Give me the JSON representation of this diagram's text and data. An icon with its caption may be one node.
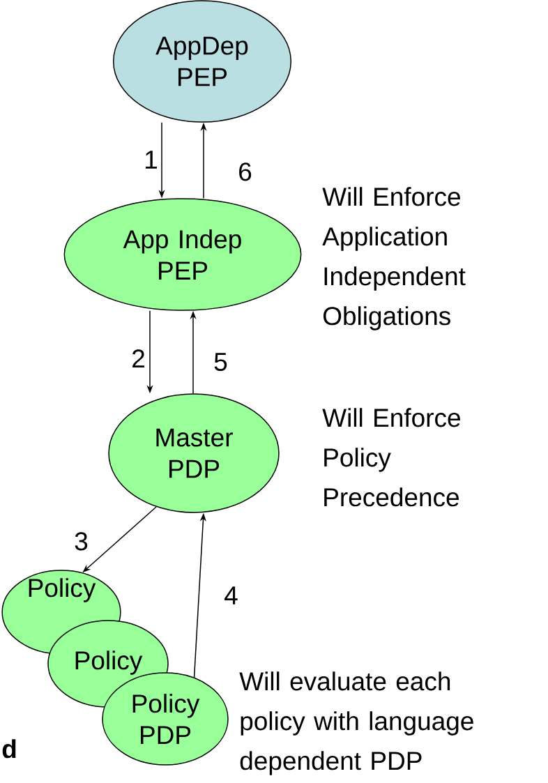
{
  "diagram": {
    "nodes": [
      {
        "text": [
          "AppDep PEP"
        ]
      },
      {
        "text": [
          "App Indep PEP"
        ]
      },
      {
        "text": [
          "Master PDP"
        ]
      },
      {
        "text": [
          "Policy"
        ]
      },
      {
        "text": [
          "Policy"
        ]
      },
      {
        "text": [
          "Policy PDP"
        ]
      }
    ],
    "edges": [
      {
        "from": 0,
        "to": 1,
        "arrow": "to",
        "label": "1"
      },
      {
        "from": 1,
        "to": 0,
        "arrow": "to",
        "label": "6"
      },
      {
        "from": 1,
        "to": 2,
        "arrow": "to",
        "label": "2"
      },
      {
        "from": 2,
        "to": 1,
        "arrow": "to",
        "label": "5"
      },
      {
        "from": 2,
        "to": 3,
        "arrow": "to",
        "label": "3"
      },
      {
        "from": 5,
        "to": 2,
        "arrow": "to",
        "label": "4"
      }
    ],
    "labels": [
      "Will Enforce Application Independent Obligations",
      "Will Enforce Policy Precedence",
      "Will evaluate each policy with language dependent PDP",
      "d"
    ]
  }
}
